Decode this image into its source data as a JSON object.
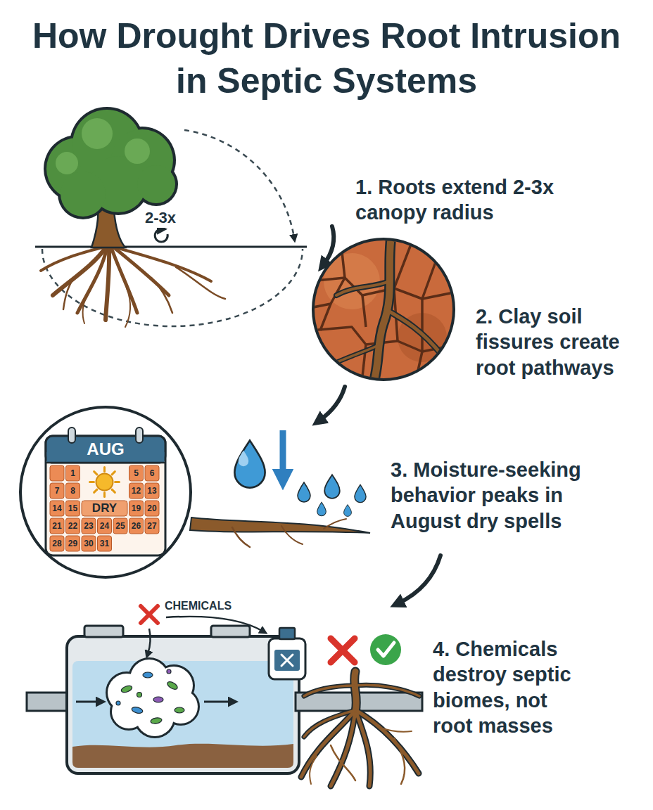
{
  "diagram": {
    "title": "How Drought Drives Root Intrusion in Septic Systems",
    "nodes": [
      {
        "text": [
          "AUG",
          "1",
          "5",
          "6",
          "7",
          "8",
          "12",
          "13",
          "14",
          "15",
          "DRY",
          "19",
          "20",
          "21",
          "22",
          "23",
          "24",
          "25",
          "26",
          "27",
          "28",
          "29",
          "30",
          "31"
        ]
      }
    ],
    "labels": [
      "2-3x",
      "1. Roots extend 2-3x canopy radius",
      "2. Clay soil fissures create root pathways",
      "3. Moisture-seeking behavior peaks in August dry spells",
      "CHEMICALS",
      "4. Chemicals destroy septic biomes, not root masses"
    ]
  }
}
